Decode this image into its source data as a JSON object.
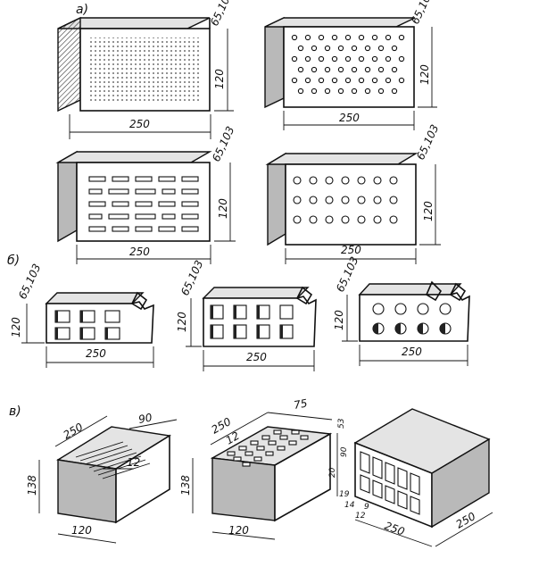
{
  "sections": {
    "a": "а)",
    "b": "б)",
    "v": "в)"
  },
  "labels": {
    "len250": "250",
    "h120": "120",
    "thick": "65,103",
    "h138": "138",
    "w120": "120",
    "d90": "90",
    "d12": "12",
    "d75": "75",
    "d53": "53",
    "d90b": "90",
    "d20": "20",
    "d19": "19",
    "d9": "9",
    "d14": "14",
    "d12b": "12"
  }
}
